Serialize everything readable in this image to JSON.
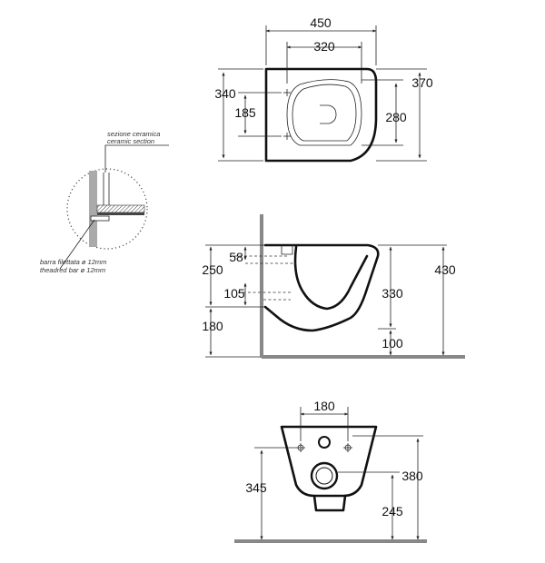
{
  "top_view": {
    "width_overall": "450",
    "width_inner": "320",
    "depth_left": "340",
    "depth_small": "185",
    "depth_right": "370",
    "depth_inner_right": "280"
  },
  "detail": {
    "ceramic_label_it": "sezione ceramica",
    "ceramic_label_en": "ceramic section",
    "bar_label_it": "barra filettata ø 12mm",
    "bar_label_en": "theadred bar ø 12mm"
  },
  "side_view": {
    "dim_58": "58",
    "dim_250": "250",
    "dim_105": "105",
    "dim_180": "180",
    "dim_330": "330",
    "dim_100": "100",
    "dim_430": "430"
  },
  "front_view": {
    "dim_180": "180",
    "dim_345": "345",
    "dim_380": "380",
    "dim_245": "245"
  }
}
